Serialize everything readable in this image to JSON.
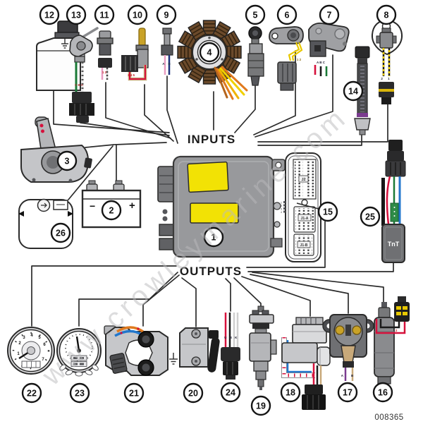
{
  "diagram": {
    "section_labels": {
      "inputs": "INPUTS",
      "outputs": "OUTPUTS"
    },
    "part_number": "008365",
    "watermark": "www.crowleymarine.com",
    "battery": {
      "negative": "−",
      "positive": "+"
    },
    "trim_module_label": "TnT",
    "ecm_connector": {
      "j2": "J2",
      "j1a": "J1-A",
      "j1b": "J1-B",
      "pins": [
        "1",
        "2",
        "3",
        "4"
      ]
    },
    "wire_labels": {
      "oil_level_sensor": "C B A",
      "temp_sensor_11": "1 2",
      "sensor_10": "3 4 5",
      "sensor_9": "A B",
      "shift_lever_6": "1 2",
      "throttle_sensor_7": "A B C",
      "pressure_sensor_8": "2 1",
      "fuel_pump_16": "2 1",
      "regulator_17": "A B",
      "harness_24": "U B K"
    },
    "tachometer_scale": [
      "1",
      "2",
      "3",
      "4",
      "5",
      "6",
      "7"
    ],
    "callouts": [
      {
        "n": "1"
      },
      {
        "n": "2"
      },
      {
        "n": "3"
      },
      {
        "n": "4"
      },
      {
        "n": "5"
      },
      {
        "n": "6"
      },
      {
        "n": "7"
      },
      {
        "n": "8"
      },
      {
        "n": "9"
      },
      {
        "n": "10"
      },
      {
        "n": "11"
      },
      {
        "n": "12"
      },
      {
        "n": "13"
      },
      {
        "n": "14"
      },
      {
        "n": "15"
      },
      {
        "n": "16"
      },
      {
        "n": "17"
      },
      {
        "n": "18"
      },
      {
        "n": "19"
      },
      {
        "n": "20"
      },
      {
        "n": "21"
      },
      {
        "n": "22"
      },
      {
        "n": "23"
      },
      {
        "n": "24"
      },
      {
        "n": "25"
      },
      {
        "n": "26"
      }
    ]
  }
}
